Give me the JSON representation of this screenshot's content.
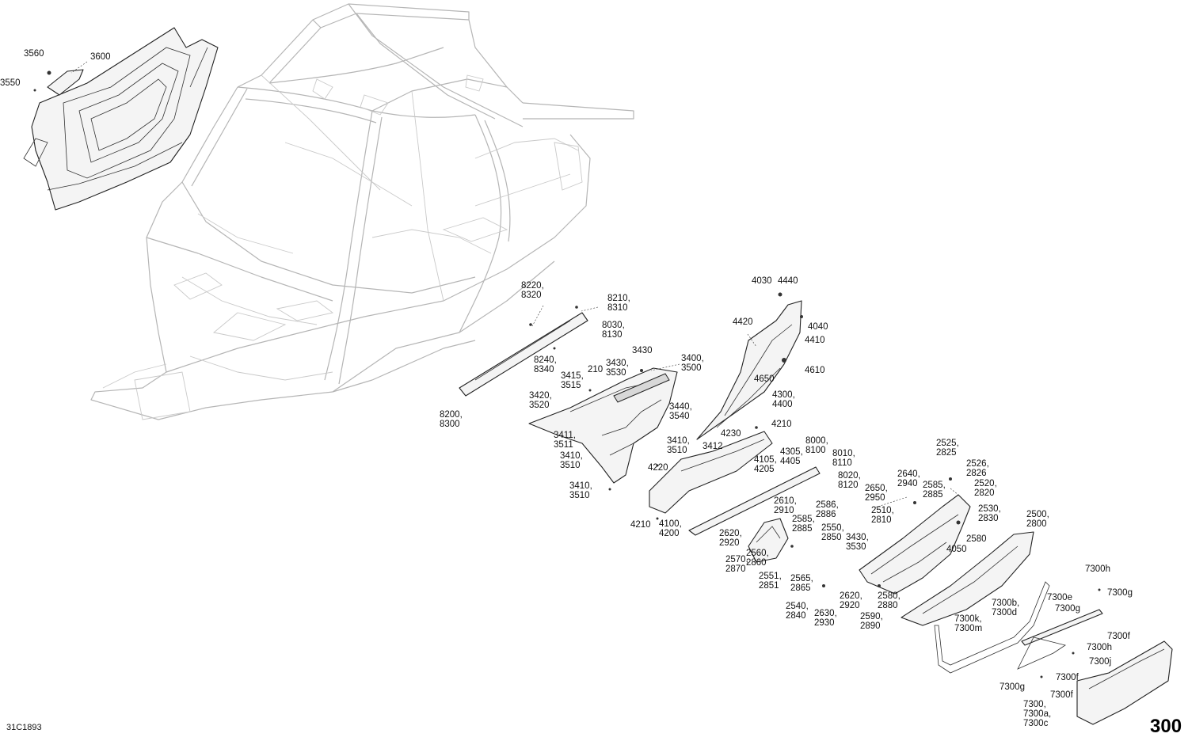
{
  "diagram_id": "31C1893",
  "page_number": "300",
  "labels": [
    {
      "id": "3560",
      "lines": [
        "3560"
      ]
    },
    {
      "id": "3600",
      "lines": [
        "3600"
      ]
    },
    {
      "id": "3550",
      "lines": [
        "3550"
      ]
    },
    {
      "id": "8220",
      "lines": [
        "8220,",
        "8320"
      ]
    },
    {
      "id": "8210",
      "lines": [
        "8210,",
        "8310"
      ]
    },
    {
      "id": "8030",
      "lines": [
        "8030,",
        "8130"
      ]
    },
    {
      "id": "8240",
      "lines": [
        "8240,",
        "8340"
      ]
    },
    {
      "id": "3430a",
      "lines": [
        "3430"
      ]
    },
    {
      "id": "3400",
      "lines": [
        "3400,",
        "3500"
      ]
    },
    {
      "id": "3415",
      "lines": [
        "3415,",
        "3515"
      ]
    },
    {
      "id": "210",
      "lines": [
        "210"
      ]
    },
    {
      "id": "3430b",
      "lines": [
        "3430,",
        "3530"
      ]
    },
    {
      "id": "3420",
      "lines": [
        "3420,",
        "3520"
      ]
    },
    {
      "id": "8200",
      "lines": [
        "8200,",
        "8300"
      ]
    },
    {
      "id": "3440",
      "lines": [
        "3440,",
        "3540"
      ]
    },
    {
      "id": "3411",
      "lines": [
        "3411,",
        "3511"
      ]
    },
    {
      "id": "3410a",
      "lines": [
        "3410,",
        "3510"
      ]
    },
    {
      "id": "3410b",
      "lines": [
        "3410,",
        "3510"
      ]
    },
    {
      "id": "3410c",
      "lines": [
        "3410,",
        "3510"
      ]
    },
    {
      "id": "3412",
      "lines": [
        "3412"
      ]
    },
    {
      "id": "4220",
      "lines": [
        "4220"
      ]
    },
    {
      "id": "4030",
      "lines": [
        "4030"
      ]
    },
    {
      "id": "4440",
      "lines": [
        "4440"
      ]
    },
    {
      "id": "4420",
      "lines": [
        "4420"
      ]
    },
    {
      "id": "4040",
      "lines": [
        "4040"
      ]
    },
    {
      "id": "4410",
      "lines": [
        "4410"
      ]
    },
    {
      "id": "4610",
      "lines": [
        "4610"
      ]
    },
    {
      "id": "4650",
      "lines": [
        "4650"
      ]
    },
    {
      "id": "4300",
      "lines": [
        "4300,",
        "4400"
      ]
    },
    {
      "id": "4210a",
      "lines": [
        "4210"
      ]
    },
    {
      "id": "4230",
      "lines": [
        "4230"
      ]
    },
    {
      "id": "4305",
      "lines": [
        "4305,",
        "4405"
      ]
    },
    {
      "id": "4105",
      "lines": [
        "4105,",
        "4205"
      ]
    },
    {
      "id": "8000",
      "lines": [
        "8000,",
        "8100"
      ]
    },
    {
      "id": "8010",
      "lines": [
        "8010,",
        "8110"
      ]
    },
    {
      "id": "8020",
      "lines": [
        "8020,",
        "8120"
      ]
    },
    {
      "id": "4210b",
      "lines": [
        "4210"
      ]
    },
    {
      "id": "4100",
      "lines": [
        "4100,",
        "4200"
      ]
    },
    {
      "id": "2525",
      "lines": [
        "2525,",
        "2825"
      ]
    },
    {
      "id": "2526",
      "lines": [
        "2526,",
        "2826"
      ]
    },
    {
      "id": "2640",
      "lines": [
        "2640,",
        "2940"
      ]
    },
    {
      "id": "2650",
      "lines": [
        "2650,",
        "2950"
      ]
    },
    {
      "id": "2585a",
      "lines": [
        "2585,",
        "2885"
      ]
    },
    {
      "id": "2520",
      "lines": [
        "2520,",
        "2820"
      ]
    },
    {
      "id": "2510",
      "lines": [
        "2510,",
        "2810"
      ]
    },
    {
      "id": "2530",
      "lines": [
        "2530,",
        "2830"
      ]
    },
    {
      "id": "2610",
      "lines": [
        "2610,",
        "2910"
      ]
    },
    {
      "id": "2586",
      "lines": [
        "2586,",
        "2886"
      ]
    },
    {
      "id": "2585b",
      "lines": [
        "2585,",
        "2885"
      ]
    },
    {
      "id": "2550",
      "lines": [
        "2550,",
        "2850"
      ]
    },
    {
      "id": "2620a",
      "lines": [
        "2620,",
        "2920"
      ]
    },
    {
      "id": "3430c",
      "lines": [
        "3430,",
        "3530"
      ]
    },
    {
      "id": "2500",
      "lines": [
        "2500,",
        "2800"
      ]
    },
    {
      "id": "4050",
      "lines": [
        "4050"
      ]
    },
    {
      "id": "2580a",
      "lines": [
        "2580"
      ]
    },
    {
      "id": "2570",
      "lines": [
        "2570,",
        "2870"
      ]
    },
    {
      "id": "2560",
      "lines": [
        "2560,",
        "2860"
      ]
    },
    {
      "id": "2551",
      "lines": [
        "2551,",
        "2851"
      ]
    },
    {
      "id": "2565",
      "lines": [
        "2565,",
        "2865"
      ]
    },
    {
      "id": "2620b",
      "lines": [
        "2620,",
        "2920"
      ]
    },
    {
      "id": "2580b",
      "lines": [
        "2580,",
        "2880"
      ]
    },
    {
      "id": "2540",
      "lines": [
        "2540,",
        "2840"
      ]
    },
    {
      "id": "2630",
      "lines": [
        "2630,",
        "2930"
      ]
    },
    {
      "id": "2590",
      "lines": [
        "2590,",
        "2890"
      ]
    },
    {
      "id": "7300h_a",
      "lines": [
        "7300h"
      ]
    },
    {
      "id": "7300g_a",
      "lines": [
        "7300g"
      ]
    },
    {
      "id": "7300e",
      "lines": [
        "7300e"
      ]
    },
    {
      "id": "7300g_b",
      "lines": [
        "7300g"
      ]
    },
    {
      "id": "7300b",
      "lines": [
        "7300b,",
        "7300d"
      ]
    },
    {
      "id": "7300k",
      "lines": [
        "7300k,",
        "7300m"
      ]
    },
    {
      "id": "7300f_a",
      "lines": [
        "7300f"
      ]
    },
    {
      "id": "7300h_b",
      "lines": [
        "7300h"
      ]
    },
    {
      "id": "7300j",
      "lines": [
        "7300j"
      ]
    },
    {
      "id": "7300f_b",
      "lines": [
        "7300f"
      ]
    },
    {
      "id": "7300g_c",
      "lines": [
        "7300g"
      ]
    },
    {
      "id": "7300f_c",
      "lines": [
        "7300f"
      ]
    },
    {
      "id": "7300",
      "lines": [
        "7300,",
        "7300a,",
        "7300c"
      ]
    }
  ]
}
